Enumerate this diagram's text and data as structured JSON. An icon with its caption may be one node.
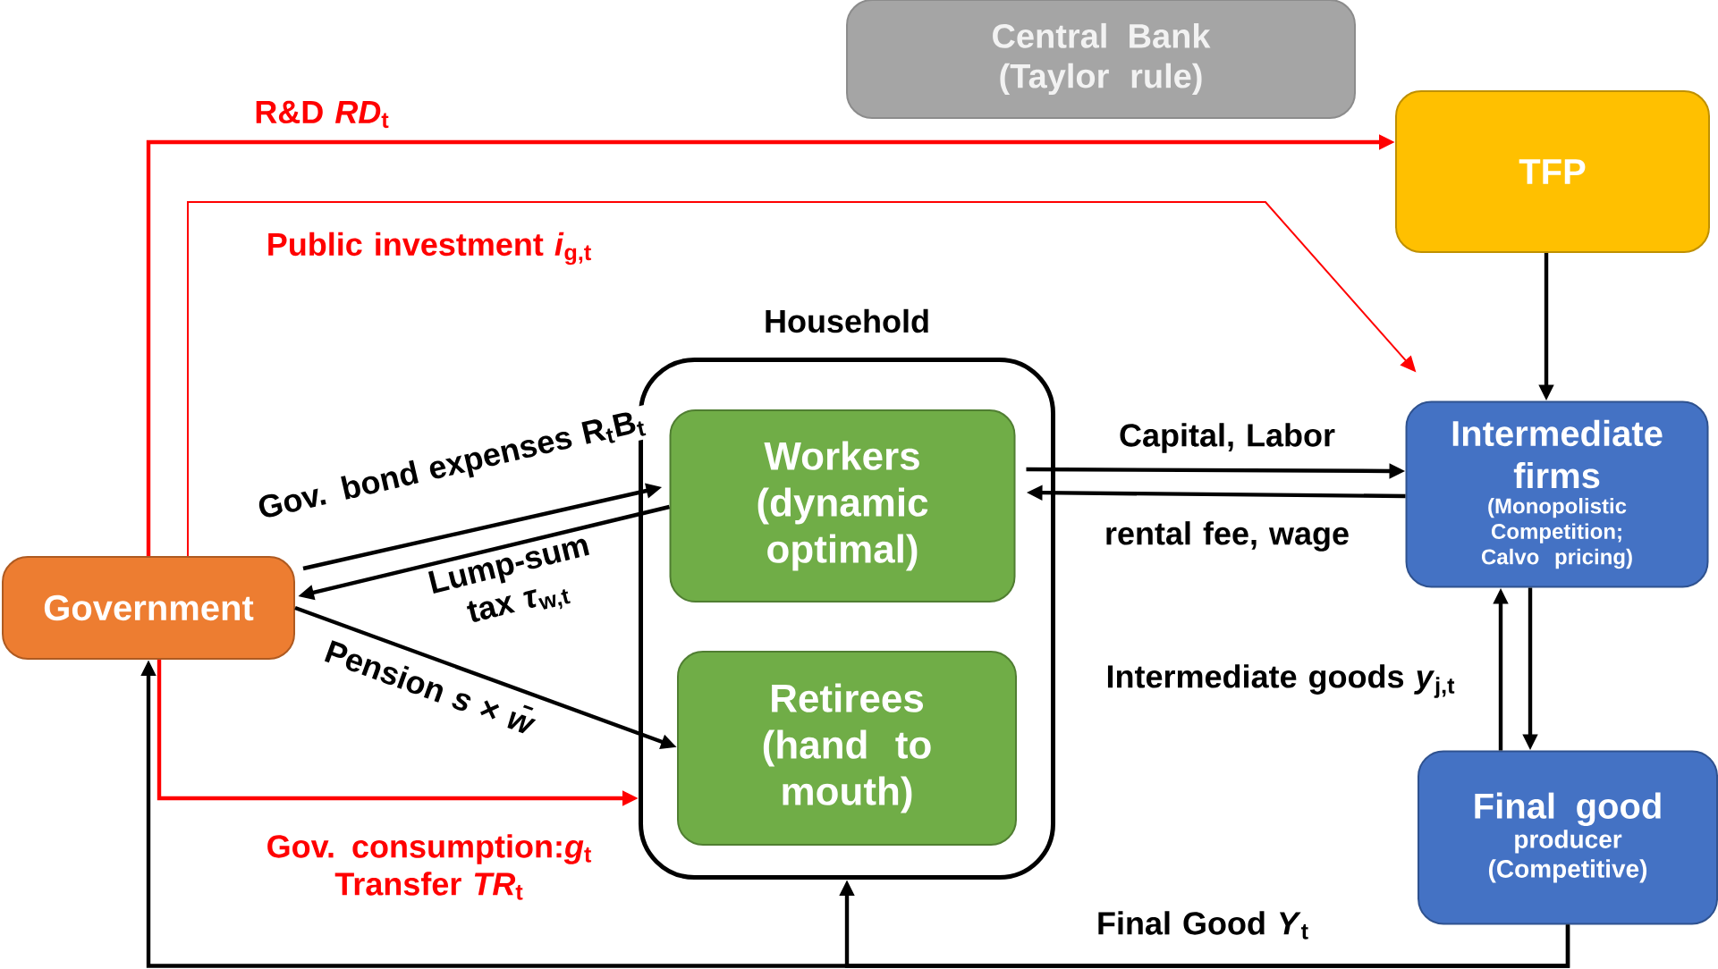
{
  "diagram": {
    "nodes": [
      {
        "text": [
          "Central Bank (Taylor rule)"
        ]
      },
      {
        "text": [
          "TFP"
        ]
      },
      {
        "text": [
          "Household"
        ]
      },
      {
        "text": [
          "Workers (dynamic optimal)"
        ],
        "in": 2
      },
      {
        "text": [
          "Retirees (hand to mouth)"
        ],
        "in": 2
      },
      {
        "text": [
          "Government"
        ]
      },
      {
        "text": [
          "Intermediate firms",
          "(Monopolistic Competition; Calvo pricing)"
        ]
      },
      {
        "text": [
          "Final good",
          "producer (Competitive)"
        ]
      }
    ],
    "edges": [
      {
        "from": 5,
        "to": 1,
        "arrow": "to",
        "label": "R&D *RD*$_{t}$",
        "color": "#ff0000"
      },
      {
        "from": 5,
        "to": 6,
        "arrow": "to",
        "label": "Public investment *i*$_{g,t}$",
        "color": "#ff0000"
      },
      {
        "from": 5,
        "to": 3,
        "arrow": "to",
        "label": "Gov. bond expenses R$_{t}$B$_{t}$"
      },
      {
        "from": 3,
        "to": 5,
        "arrow": "to",
        "label": "Lump-sum tax *τ*$_{w,t}$"
      },
      {
        "from": 5,
        "to": 4,
        "arrow": "to",
        "label": "Pension *s* × *w̄*"
      },
      {
        "from": 5,
        "to": 2,
        "arrow": "to",
        "label": "Gov. consumption:*g*$_{t}$ Transfer *TR*$_{t}$",
        "color": "#ff0000"
      },
      {
        "from": 3,
        "to": 6,
        "arrow": "to",
        "label": "Capital, Labor"
      },
      {
        "from": 6,
        "to": 3,
        "arrow": "to",
        "label": "rental fee, wage"
      },
      {
        "from": 1,
        "to": 6,
        "arrow": "to"
      },
      {
        "from": 7,
        "to": 6,
        "arrow": "to",
        "label": "Intermediate goods *y*$_{j,t}$"
      },
      {
        "from": 6,
        "to": 7,
        "arrow": "to"
      },
      {
        "from": 7,
        "to": 5,
        "arrow": "to",
        "label": "Final Good *Y*$_{t}$"
      },
      {
        "from": 7,
        "to": 2,
        "arrow": "to"
      }
    ]
  }
}
